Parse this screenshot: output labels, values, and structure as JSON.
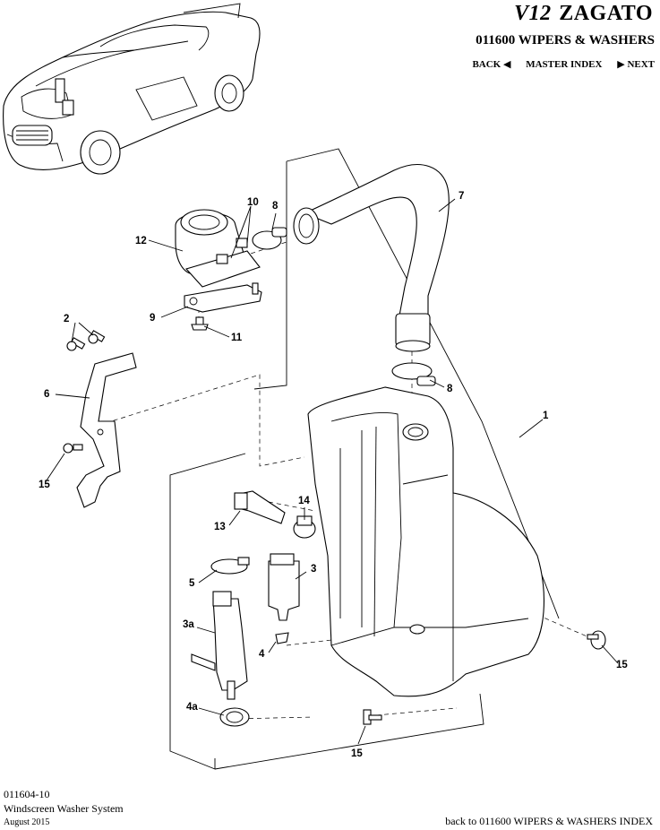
{
  "header": {
    "logo_mark": "V12",
    "logo_text": "ZAGATO",
    "section_title": "011600 WIPERS & WASHERS",
    "nav": {
      "back_label": "BACK",
      "master_label": "MASTER INDEX",
      "next_label": "NEXT"
    }
  },
  "callouts": [
    "1",
    "2",
    "3",
    "3a",
    "4",
    "4a",
    "5",
    "6",
    "7",
    "8",
    "8",
    "9",
    "10",
    "11",
    "12",
    "13",
    "14",
    "15",
    "15",
    "15"
  ],
  "footer": {
    "code": "011604-10",
    "title": "Windscreen Washer System",
    "date": "August 2015",
    "back_link": "back to 011600 WIPERS & WASHERS INDEX"
  }
}
